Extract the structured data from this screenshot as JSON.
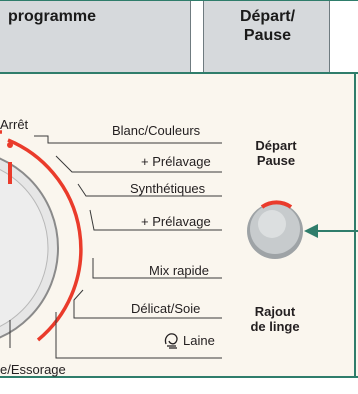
{
  "header": {
    "left_title": "programme",
    "right_title_line1": "Départ/",
    "right_title_line2": "Pause"
  },
  "dial": {
    "top_label": "Arrêt",
    "bottom_label": "e/Essorage"
  },
  "programmes": [
    "Blanc/Couleurs",
    "+ Prélavage",
    "Synthétiques",
    "+ Prélavage",
    "Mix rapide",
    "Délicat/Soie",
    "Laine"
  ],
  "start_button": {
    "label_line1": "Départ",
    "label_line2": "Pause"
  },
  "add_laundry": {
    "label_line1": "Rajout",
    "label_line2": "de linge"
  },
  "icons": {
    "wool": "wool-hand-icon",
    "pointer": "arrow-pointer-icon"
  },
  "colors": {
    "accent_red": "#ea3b2b",
    "callout_green": "#2f7d6b",
    "panel_bg": "#faf6ee",
    "header_bg": "#d6d9dc"
  }
}
